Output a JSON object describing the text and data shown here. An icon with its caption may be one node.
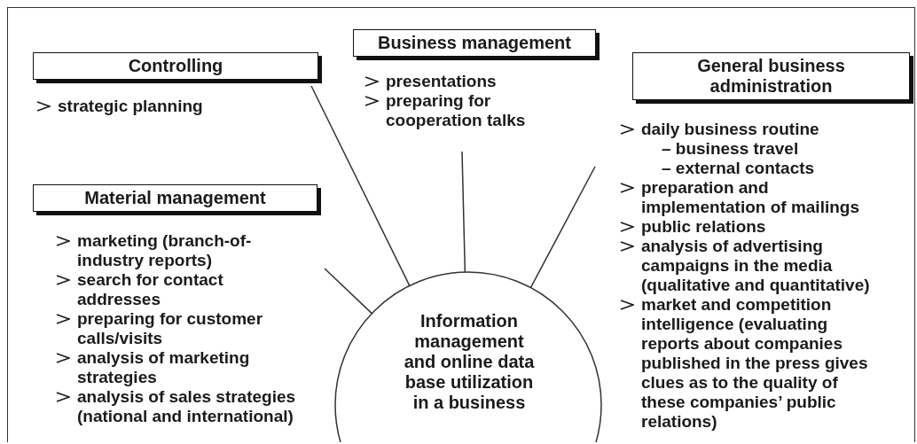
{
  "diagram": {
    "nodes": [
      {
        "text": [
          "Business management",
          "presentations",
          "preparing for cooperation talks"
        ]
      },
      {
        "text": [
          "Controlling",
          "strategic planning"
        ]
      },
      {
        "text": [
          "General business administration",
          "daily business routine",
          "– business travel",
          "– external contacts",
          "preparation and implementation of mailings",
          "public relations",
          "analysis of advertising campaigns in the media (qualitative and quantitative)",
          "market and competition intelligence (evaluating reports about companies published in the press gives clues as to the quality of these companies’ public relations)"
        ]
      },
      {
        "text": [
          "Material management",
          "marketing (branch-of-industry reports)",
          "search for contact addresses",
          "preparing for customer calls/visits",
          "analysis of marketing strategies",
          "analysis of sales strategies (national and international)"
        ]
      },
      {
        "text": [
          "Information management and online data base utilization in a business"
        ]
      }
    ],
    "edges": [
      {
        "from": 4,
        "to": 3,
        "arrow": "none"
      },
      {
        "from": 4,
        "to": 1,
        "arrow": "none"
      },
      {
        "from": 4,
        "to": 0,
        "arrow": "none"
      },
      {
        "from": 4,
        "to": 2,
        "arrow": "none"
      }
    ]
  }
}
